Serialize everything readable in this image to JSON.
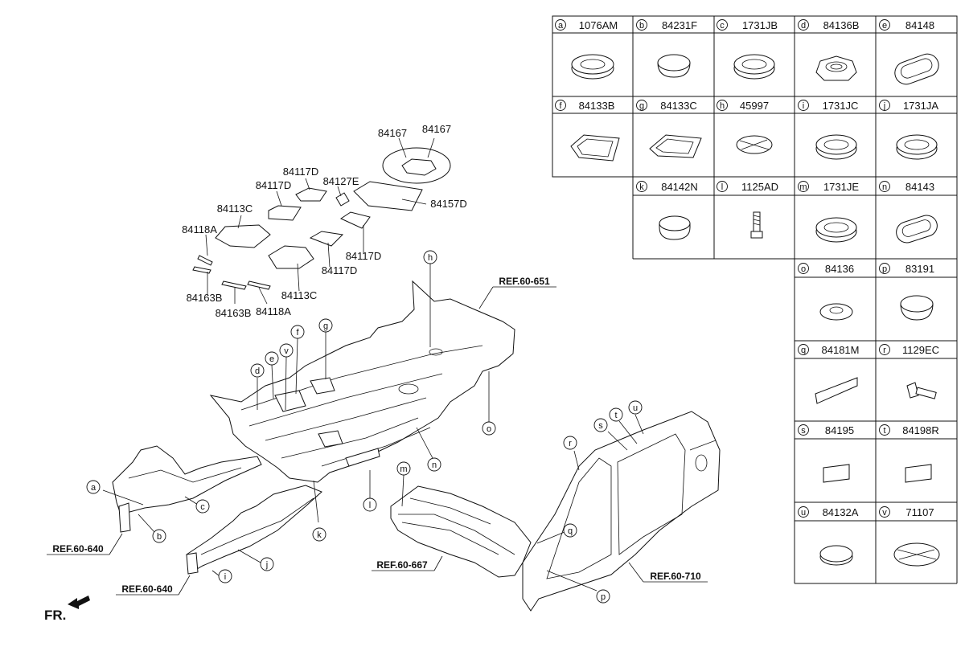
{
  "title_marker": "FR.",
  "parts_table": [
    {
      "letter": "a",
      "part": "1076AM"
    },
    {
      "letter": "b",
      "part": "84231F"
    },
    {
      "letter": "c",
      "part": "1731JB"
    },
    {
      "letter": "d",
      "part": "84136B"
    },
    {
      "letter": "e",
      "part": "84148"
    },
    {
      "letter": "f",
      "part": "84133B"
    },
    {
      "letter": "g",
      "part": "84133C"
    },
    {
      "letter": "h",
      "part": "45997"
    },
    {
      "letter": "i",
      "part": "1731JC"
    },
    {
      "letter": "j",
      "part": "1731JA"
    },
    {
      "letter": "k",
      "part": "84142N"
    },
    {
      "letter": "l",
      "part": "1125AD"
    },
    {
      "letter": "m",
      "part": "1731JE"
    },
    {
      "letter": "n",
      "part": "84143"
    },
    {
      "letter": "o",
      "part": "84136"
    },
    {
      "letter": "p",
      "part": "83191"
    },
    {
      "letter": "q",
      "part": "84181M"
    },
    {
      "letter": "r",
      "part": "1129EC"
    },
    {
      "letter": "s",
      "part": "84195"
    },
    {
      "letter": "t",
      "part": "84198R"
    },
    {
      "letter": "u",
      "part": "84132A"
    },
    {
      "letter": "v",
      "part": "71107"
    }
  ],
  "pad_labels": [
    {
      "id": "84167-left",
      "text": "84167"
    },
    {
      "id": "84167-right",
      "text": "84167"
    },
    {
      "id": "84117D-top",
      "text": "84117D"
    },
    {
      "id": "84117D-mid",
      "text": "84117D"
    },
    {
      "id": "84127E",
      "text": "84127E"
    },
    {
      "id": "84157D",
      "text": "84157D"
    },
    {
      "id": "84113C-top",
      "text": "84113C"
    },
    {
      "id": "84118A-top",
      "text": "84118A"
    },
    {
      "id": "84117D-right",
      "text": "84117D"
    },
    {
      "id": "84117D-lower",
      "text": "84117D"
    },
    {
      "id": "84113C-lower",
      "text": "84113C"
    },
    {
      "id": "84163B-left",
      "text": "84163B"
    },
    {
      "id": "84163B-mid",
      "text": "84163B"
    },
    {
      "id": "84118A-bottom",
      "text": "84118A"
    }
  ],
  "references": [
    {
      "id": "ref-651",
      "text": "REF.60-651"
    },
    {
      "id": "ref-640-upper",
      "text": "REF.60-640"
    },
    {
      "id": "ref-640-lower",
      "text": "REF.60-640"
    },
    {
      "id": "ref-667",
      "text": "REF.60-667"
    },
    {
      "id": "ref-710",
      "text": "REF.60-710"
    }
  ],
  "callouts": [
    "a",
    "b",
    "c",
    "d",
    "e",
    "v",
    "f",
    "g",
    "h",
    "o",
    "n",
    "l",
    "k",
    "j",
    "i",
    "m",
    "q",
    "p",
    "r",
    "s",
    "t",
    "u"
  ]
}
